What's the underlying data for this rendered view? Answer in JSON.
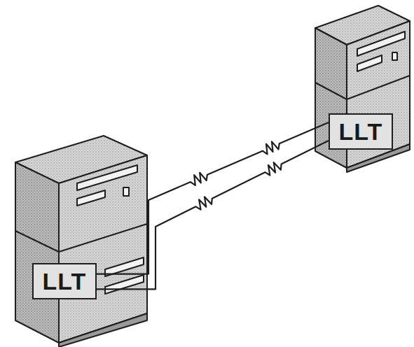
{
  "diagram": {
    "nodes": [
      {
        "text": [
          "LLT"
        ]
      },
      {
        "text": [
          "LLT"
        ]
      }
    ],
    "edges": [
      {
        "from": 0,
        "to": 1,
        "arrow": "none"
      },
      {
        "from": 0,
        "to": 1,
        "arrow": "none"
      }
    ]
  }
}
